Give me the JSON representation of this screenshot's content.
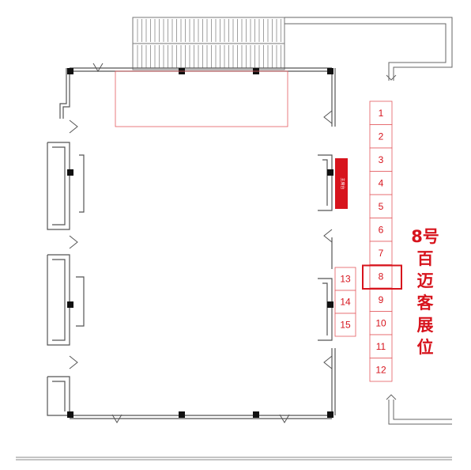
{
  "colors": {
    "accent": "#d7141d",
    "wall": "#555555",
    "booth_stroke": "#e35a5f"
  },
  "booths_right": [
    "1",
    "2",
    "3",
    "4",
    "5",
    "6",
    "7",
    "8",
    "9",
    "10",
    "11",
    "12"
  ],
  "booths_left": [
    "13",
    "14",
    "15"
  ],
  "highlight_booth": "8",
  "callout": {
    "lines": [
      "8号",
      "百",
      "迈",
      "客",
      "展",
      "位"
    ]
  },
  "stage_label": "主席台"
}
